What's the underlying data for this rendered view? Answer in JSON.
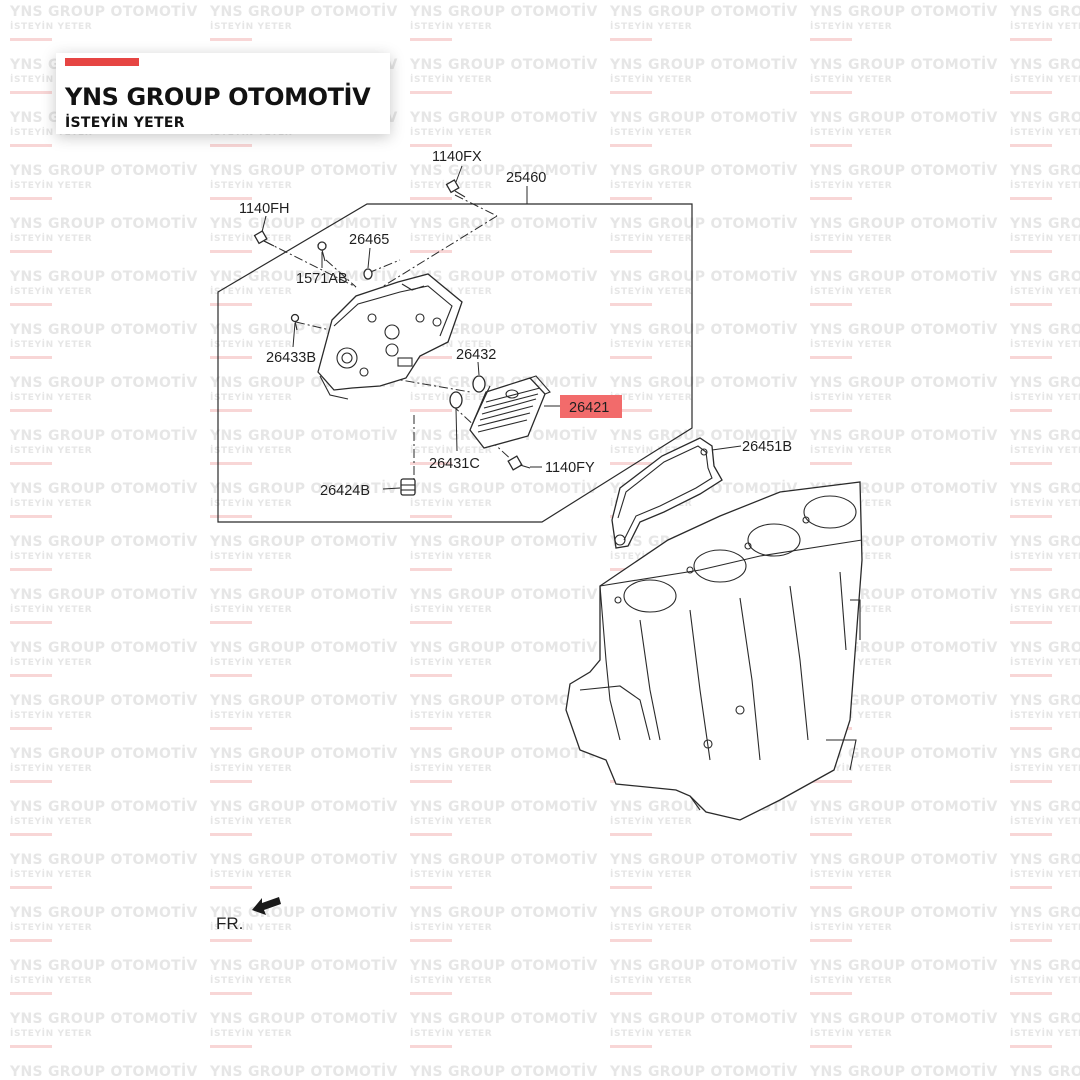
{
  "watermark": {
    "line1": "YNS GROUP OTOMOTİV",
    "line2": "İSTEYİN YETER"
  },
  "logo": {
    "title": "YNS GROUP OTOMOTİV",
    "subtitle": "İSTEYİN YETER",
    "accent_color": "#e64543"
  },
  "diagram": {
    "highlight_color": "#f26b6b",
    "labels": {
      "p1140FX": "1140FX",
      "p25460": "25460",
      "p1140FH": "1140FH",
      "p26465": "26465",
      "p1571AB": "1571AB",
      "p26433B": "26433B",
      "p26432": "26432",
      "p26421": "26421",
      "p26431C": "26431C",
      "p1140FY": "1140FY",
      "p26451B": "26451B",
      "p26424B": "26424B"
    },
    "front_label": "FR."
  }
}
